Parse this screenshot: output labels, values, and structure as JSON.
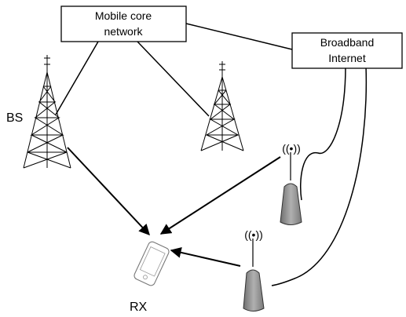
{
  "boxes": {
    "core": {
      "line1": "Mobile core",
      "line2": "network"
    },
    "internet": {
      "line1": "Broadband",
      "line2": "Internet"
    }
  },
  "labels": {
    "bs": "BS",
    "rx": "RX",
    "ap_signal": "((•))"
  },
  "colors": {
    "ap_fill": "#8c8c8c",
    "line": "#000000",
    "phone_stroke": "#777777"
  },
  "icons": [
    "cell-tower-icon",
    "wifi-access-point-icon",
    "smartphone-icon"
  ]
}
